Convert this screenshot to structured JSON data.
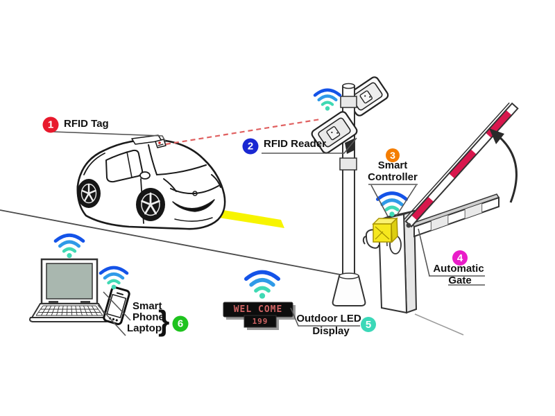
{
  "annotations": {
    "item1": {
      "number": "1",
      "label": "RFID Tag",
      "badge_color": "#e8192c"
    },
    "item2": {
      "number": "2",
      "label": "RFID Reader",
      "badge_color": "#1a28d2"
    },
    "item3": {
      "number": "3",
      "line1": "Smart",
      "line2": "Controller",
      "badge_color": "#f47d00"
    },
    "item4": {
      "number": "4",
      "line1": "Automatic",
      "line2": "Gate",
      "badge_color": "#e91cc8"
    },
    "item5": {
      "number": "5",
      "line1": "Outdoor LED",
      "line2": "Display",
      "badge_color": "#3bd8b8"
    },
    "item6": {
      "number": "6",
      "line1": "Smart",
      "line2": "Phone",
      "line3": "Laptop",
      "brace": "}",
      "badge_color": "#1ec31e"
    }
  },
  "led_display": {
    "row1": "WEL COME",
    "row2": "199",
    "text_color": "#d06464",
    "panel_color": "#0d0d0d"
  },
  "colors": {
    "wifi_outer_arc": "#1453e8",
    "wifi_middle_arc": "#2f9ae8",
    "wifi_inner_arc": "#3fd9b4",
    "barrier_stripe_red": "#d8174d",
    "controller_box_yellow": "#f6e81e",
    "road_marking_yellow": "#f7f400",
    "rfid_beam_red": "#e06060",
    "line_art": "#1a1a1a"
  }
}
